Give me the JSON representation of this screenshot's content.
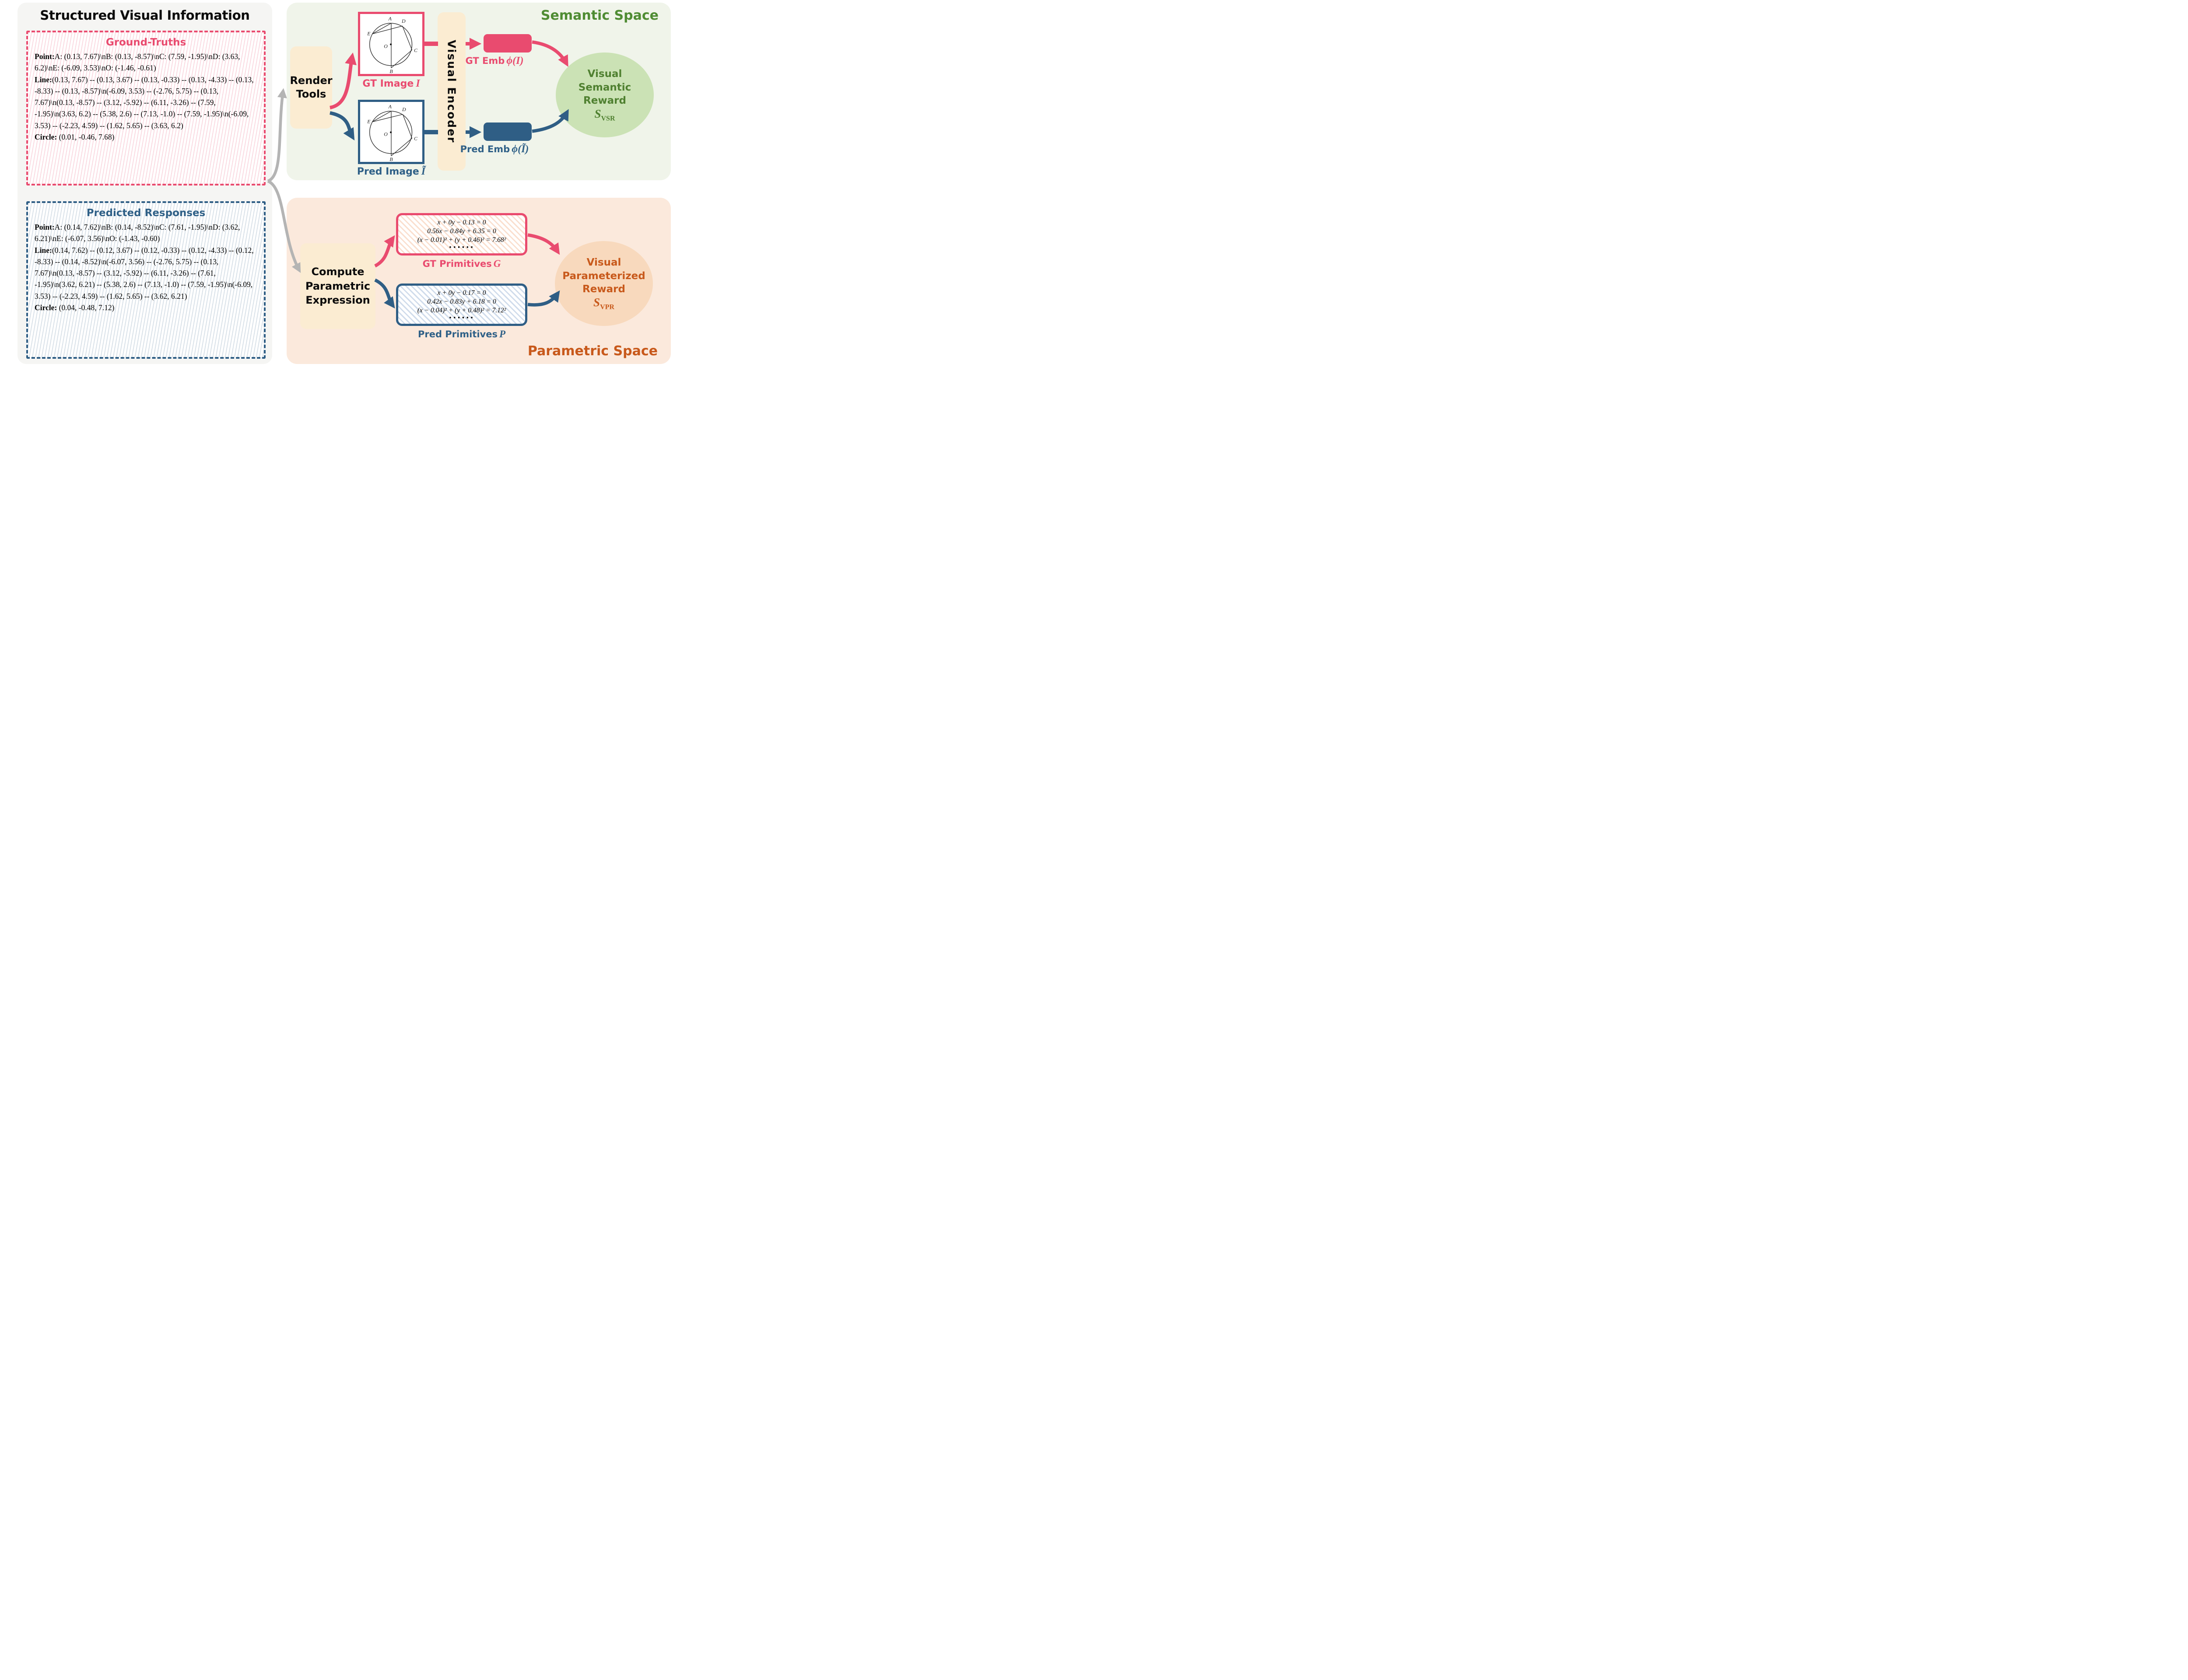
{
  "left_panel": {
    "title": "Structured Visual Information",
    "ground_truths": {
      "header": "Ground-Truths",
      "point_label": "Point:",
      "point_text": "A: (0.13, 7.67)\\nB: (0.13, -8.57)\\nC: (7.59, -1.95)\\nD: (3.63, 6.2)\\nE: (-6.09, 3.53)\\nO: (-1.46, -0.61)",
      "line_label": "Line:",
      "line_text": "(0.13, 7.67) -- (0.13, 3.67) -- (0.13, -0.33) -- (0.13, -4.33) -- (0.13, -8.33) -- (0.13, -8.57)\\n(-6.09, 3.53) -- (-2.76, 5.75) -- (0.13, 7.67)\\n(0.13, -8.57) -- (3.12, -5.92) -- (6.11, -3.26) -- (7.59, -1.95)\\n(3.63, 6.2) -- (5.38, 2.6) -- (7.13, -1.0) -- (7.59, -1.95)\\n(-6.09, 3.53) -- (-2.23, 4.59) -- (1.62, 5.65) -- (3.63, 6.2)",
      "circle_label": "Circle:",
      "circle_text": "(0.01, -0.46, 7.68)"
    },
    "predicted": {
      "header": "Predicted Responses",
      "point_label": "Point:",
      "point_text": "A: (0.14, 7.62)\\nB: (0.14, -8.52)\\nC: (7.61, -1.95)\\nD: (3.62, 6.21)\\nE: (-6.07, 3.56)\\nO: (-1.43, -0.60)",
      "line_label": "Line:",
      "line_text": "(0.14, 7.62) -- (0.12, 3.67) -- (0.12, -0.33) -- (0.12, -4.33) -- (0.12, -8.33) -- (0.14, -8.52)\\n(-6.07, 3.56) -- (-2.76, 5.75) -- (0.13, 7.67)\\n(0.13, -8.57) -- (3.12, -5.92) -- (6.11, -3.26) -- (7.61, -1.95)\\n(3.62, 6.21) -- (5.38, 2.6) -- (7.13, -1.0) -- (7.59, -1.95)\\n(-6.09, 3.53) -- (-2.23, 4.59) -- (1.62, 5.65) -- (3.62, 6.21)",
      "circle_label": "Circle:",
      "circle_text": "(0.04, -0.48, 7.12)"
    }
  },
  "semantic": {
    "space_label": "Semantic Space",
    "render_tools": "Render Tools",
    "visual_encoder": "Visual Encoder",
    "gt_image": {
      "label": "GT Image",
      "symbol": "I"
    },
    "pred_image": {
      "label": "Pred Image",
      "symbol": "Ĩ"
    },
    "gt_emb": {
      "label": "GT Emb",
      "symbol": "ϕ(I)"
    },
    "pred_emb": {
      "label": "Pred Emb",
      "symbol": "ϕ(Ĩ)"
    },
    "reward": {
      "line1": "Visual",
      "line2": "Semantic",
      "line3": "Reward",
      "symbol": "S",
      "subscript": "VSR"
    }
  },
  "parametric": {
    "space_label": "Parametric Space",
    "compute_tool": "Compute Parametric Expression",
    "gt_primitives": {
      "eq1": "x + 0y − 0.13 = 0",
      "eq2": "0.56x − 0.84y + 6.35 = 0",
      "eq3": "(x − 0.01)² + (y + 0.46)² = 7.68²",
      "dots": "······",
      "label": "GT Primitives",
      "symbol": "G"
    },
    "pred_primitives": {
      "eq1": "x + 0y − 0.17 = 0",
      "eq2": "0.42x − 0.83y + 6.18 = 0",
      "eq3": "(x − 0.04)² + (y + 0.48)² = 7.12²",
      "dots": "······",
      "label": "Pred Primitives",
      "symbol": "P"
    },
    "reward": {
      "line1": "Visual",
      "line2": "Parameterized",
      "line3": "Reward",
      "symbol": "S",
      "subscript": "VPR"
    }
  },
  "figure": {
    "points": {
      "A": "A",
      "B": "B",
      "C": "C",
      "D": "D",
      "E": "E",
      "O": "O"
    }
  },
  "colors": {
    "accent_pink": "#e94b6f",
    "accent_blue": "#2f5e85",
    "green_text": "#4f8c33",
    "green_fill": "#cbe2b5",
    "orange_text": "#c8591b",
    "orange_fill": "#f8d9bd",
    "cream_fill": "#fbecd2",
    "panel_semantic": "#f0f4ea",
    "panel_parametric": "#fbe9dc",
    "panel_left": "#f5f5f3",
    "arrow_gray": "#b4b4b4"
  }
}
